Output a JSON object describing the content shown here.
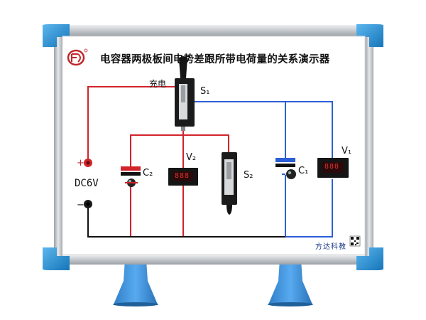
{
  "title": "电容器两极板间电势差跟所带电荷量的关系演示器",
  "labels": {
    "charge": "充电",
    "s1": "S₁",
    "s2": "S₂",
    "v1": "V₁",
    "v2": "V₂",
    "c1": "C₁",
    "c2": "C₂",
    "plus": "+",
    "minus": "−",
    "dc": "DC6V"
  },
  "displays": {
    "v1": "888",
    "v2": "888"
  },
  "brand": "方达科教",
  "colors": {
    "frame": "#1e8fd2",
    "rail": "#c9cdd1",
    "stand": "#3d8fd8",
    "wire_red": "#d2232a",
    "wire_blue": "#2c5fd6",
    "wire_black": "#111111",
    "logo_red": "#c0282d"
  },
  "icons": {
    "logo": "fd-logo-icon",
    "qr": "qr-code-icon"
  }
}
